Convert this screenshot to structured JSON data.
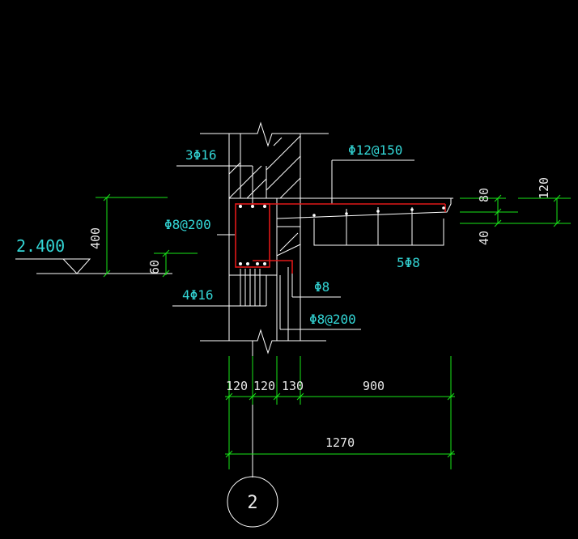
{
  "colors": {
    "background": "#000000",
    "structure": "#ffffff",
    "dimension": "#19e619",
    "annotation": "#33d6d6",
    "rebar": "#e01818"
  },
  "labels": {
    "top_bars": "3Φ16",
    "stirrup_beam": "Φ8@200",
    "bottom_bars": "4Φ16",
    "slab_top": "Φ12@150",
    "slab_dist": "5Φ8",
    "hook_bar": "Φ8",
    "stirrup2": "Φ8@200"
  },
  "elevation": {
    "value": "2.400"
  },
  "dims": {
    "d400": "400",
    "d60": "60",
    "d80": "80",
    "d40": "40",
    "d120_right": "120",
    "d120a": "120",
    "d120b": "120",
    "d130": "130",
    "d900": "900",
    "d1270": "1270"
  },
  "axis": {
    "label": "2"
  }
}
